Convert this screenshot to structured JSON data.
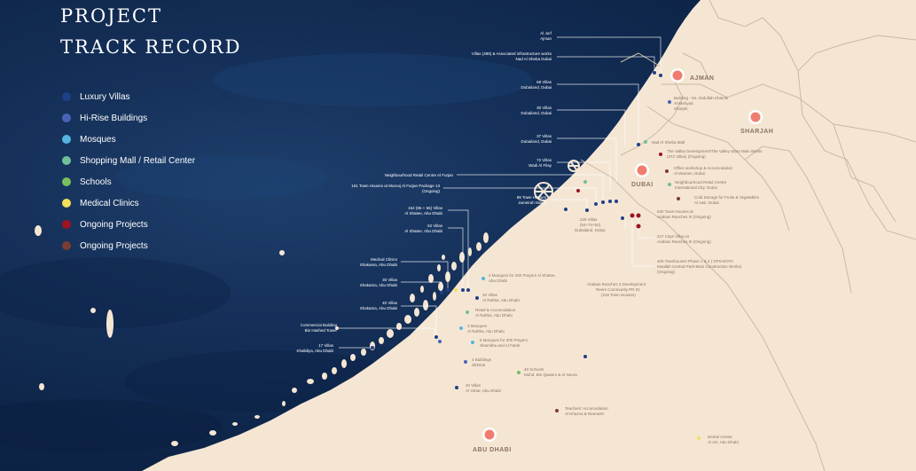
{
  "title": {
    "line1": "PROJECT",
    "line2": "TRACK RECORD"
  },
  "legend": [
    {
      "label": "Luxury Villas",
      "color": "#1f3f86"
    },
    {
      "label": "Hi-Rise Buildings",
      "color": "#4864b6"
    },
    {
      "label": "Mosques",
      "color": "#56b4e3"
    },
    {
      "label": "Shopping Mall / Retail Center",
      "color": "#6fc098"
    },
    {
      "label": "Schools",
      "color": "#78bf5e"
    },
    {
      "label": "Medical Clinics",
      "color": "#f2e05a"
    },
    {
      "label": "Ongoing Projects",
      "color": "#9b1420"
    },
    {
      "label": "Ongoing Projects",
      "color": "#7b3c32"
    }
  ],
  "colors": {
    "sea": "#12305a",
    "land": "#f5e6d4",
    "border": "#c9b8a4",
    "city_marker": "#ef7d6e",
    "leader_line": "#ffffff"
  },
  "cities": [
    "AJMAN",
    "SHARJAH",
    "DUBAI",
    "ABU DHABI"
  ],
  "projects_left": [
    "Al Jurf",
    "Ajman",
    "Villas (488) & Associated infrastructure works",
    "Nad Al Sheba Dubai",
    "68 Villas",
    "Dubailand, Dubai",
    "30 Villas",
    "Dubailand, Dubai",
    "37 Villas",
    "Dubailand, Dubai",
    "72 Villas",
    "Wadi Al Filay",
    "Neighbourhood Retail Centre Al Furjan",
    "161 Town Houses at Murooj Al Furjan Package 13",
    "(Ongoing)",
    "86 Town Houses",
    "Jumeirah Island",
    "152 (96 + 56) Villas",
    "Al Shatee, Abu Dhabi",
    "52 Villas",
    "Al Shatee, Abu Dhabi",
    "Medical Clinics",
    "Shakama, Abu Dhabi",
    "30 Villas",
    "Shakama, Abu Dhabi",
    "40 Villas",
    "Shakama, Abu Dhabi",
    "Commercial Building",
    "Bin Hashed Tower",
    "17 Villas",
    "Khalidiya, Abu Dhabi"
  ],
  "projects_right": [
    "Building - Mr. Abdullah Khamis",
    "Al-Mehyad",
    "Sharjah",
    "Nad Al Sheba Mall",
    "The Valley Development/The Valley Stars Main Works",
    "(372 Villas) (Ongoing)",
    "Office workshop & Accomodation",
    "Al Warsan, Dubai",
    "Neighbourhood Retail Centre",
    "International City, Dubai",
    "Cold Storage for Fruits & Vegetables",
    "Al Awir, Dubai",
    "630 Town Houses at",
    "Arabian Ranches III (Ongoing)",
    "247 Cays Villas at",
    "Arabian Ranches III (Ongoing)",
    "400 Townhouses Phase 1 & 2 ( DPS-EOTA",
    "Muallah Central Park-Main Construction Works)",
    "(Ongoing)",
    "Arabian Ranches 2 Development",
    "Reem Community PR 02",
    "(216 Town Houses)",
    "225 Villas",
    "(54+74+52)",
    "Dubailand, Dubai",
    "4 Mosques for 200 Prayers Al Shatee,",
    "Abu Dhabi",
    "32 Villas",
    "Al Rahba, Abu Dhabi",
    "Retail & Accomodation",
    "Al Rahba, Abu Dhabi",
    "3 Mosques",
    "Al Rahba, Abu Dhabi",
    "5 Mosques for 200 Prayers",
    "Shamkha and Al Falah",
    "4 Buildings",
    "ZEDCB",
    "40 Schools",
    "Mohd. Bin Qaasim & Al Noura",
    "40 Villas",
    "Al Yahar, Abu Dhabi",
    "Teachers' Accomodation",
    "Al Khazna & Neeraish",
    "Dental Centre",
    "Al Ain, Abu Dhabi"
  ]
}
